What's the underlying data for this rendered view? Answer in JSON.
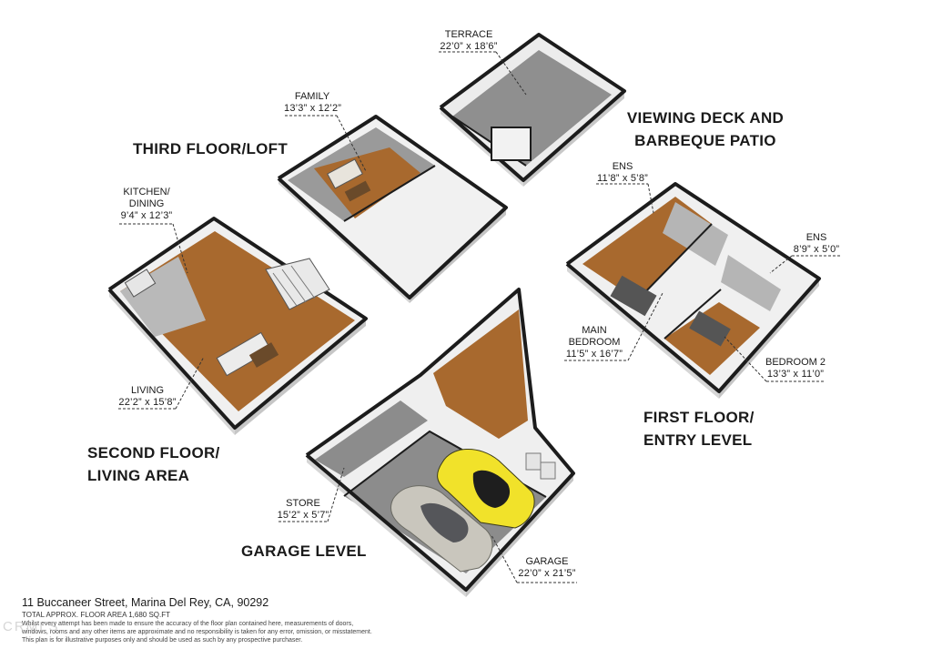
{
  "headings": {
    "third_floor": "THIRD FLOOR/LOFT",
    "viewing_deck": [
      "VIEWING DECK AND",
      "BARBEQUE PATIO"
    ],
    "second_floor": [
      "SECOND FLOOR/",
      "LIVING AREA"
    ],
    "first_floor": [
      "FIRST FLOOR/",
      "ENTRY LEVEL"
    ],
    "garage_level": "GARAGE LEVEL"
  },
  "rooms": {
    "terrace": {
      "name": "TERRACE",
      "dim": "22’0” x 18’6”"
    },
    "family": {
      "name": "FAMILY",
      "dim": "13’3” x 12’2”"
    },
    "kitchen": {
      "name": [
        "KITCHEN/",
        "DINING"
      ],
      "dim": "9’4” x 12’3”"
    },
    "living": {
      "name": "LIVING",
      "dim": "22’2” x 15’8”"
    },
    "ens_left": {
      "name": "ENS",
      "dim": "11’8” x 5’8”"
    },
    "ens_right": {
      "name": "ENS",
      "dim": "8’9” x 5’0”"
    },
    "main_bedroom": {
      "name": [
        "MAIN",
        "BEDROOM"
      ],
      "dim": "11’5” x 16’7”"
    },
    "bedroom2": {
      "name": "BEDROOM 2",
      "dim": "13’3” x 11’0”"
    },
    "store": {
      "name": "STORE",
      "dim": "15’2” x 5’7”"
    },
    "garage": {
      "name": "GARAGE",
      "dim": "22’0” x 21’5”"
    }
  },
  "footer": {
    "address": "11 Buccaneer Street, Marina Del Rey, CA, 90292",
    "area": "TOTAL APPROX. FLOOR AREA 1,680 SQ.FT",
    "disclaimer1": "Whilst every attempt has been made to ensure the accuracy of the floor plan contained here, measurements of doors,",
    "disclaimer2": "windows, rooms and any other items are approximate and no responsibility is taken for any error, omission, or misstatement.",
    "disclaimer3": "This plan is for illustrative purposes only and should be used as such by any prospective purchaser.",
    "watermark": "CRMLS"
  },
  "colors": {
    "wall_top": "#1c1c1c",
    "wall_face": "#f4f4f4",
    "floor_gray": "#8e8e8e",
    "floor_wood": "#a8692e",
    "car_yellow": "#f1e22a",
    "car_silver": "#c9c6bd"
  }
}
